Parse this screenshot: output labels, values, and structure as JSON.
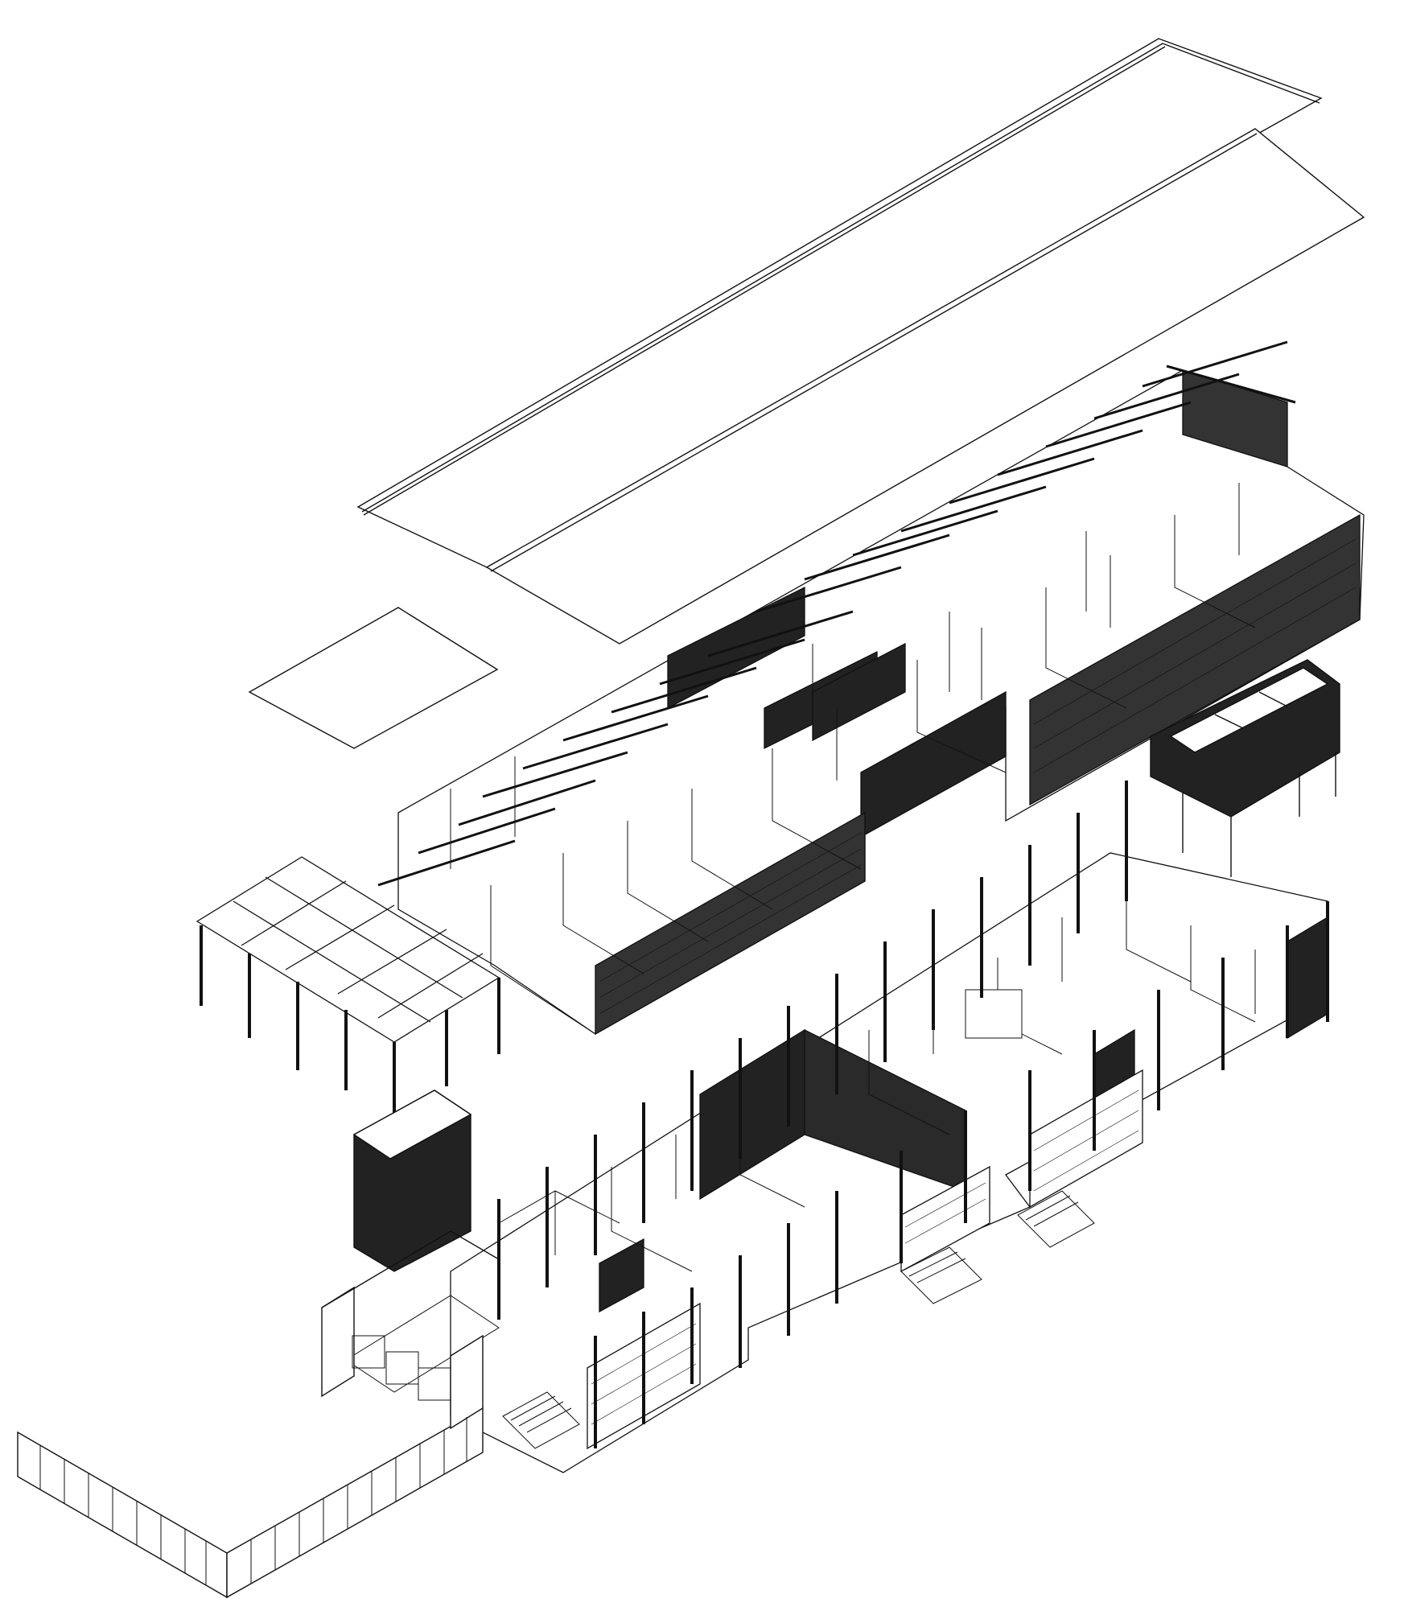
{
  "drawing": {
    "kind": "exploded axonometric building diagram",
    "text_labels": [],
    "colors": {
      "background": "#ffffff",
      "line": "#111111",
      "dark_fill": "#222222",
      "light_fill": "#ffffff"
    },
    "components": [
      {
        "name": "roof-sheet-upper",
        "style": "outline"
      },
      {
        "name": "roof-sheet-lower",
        "style": "outline"
      },
      {
        "name": "small-roof-plate",
        "style": "outline"
      },
      {
        "name": "roof-frame-level",
        "style": "rafters and partitions"
      },
      {
        "name": "tower-cap-box",
        "style": "dark"
      },
      {
        "name": "pergola-grid",
        "style": "frame"
      },
      {
        "name": "main-floor-level",
        "style": "rooms and columns"
      },
      {
        "name": "stair-tower",
        "style": "dark"
      },
      {
        "name": "boundary-fence",
        "style": "panels"
      }
    ]
  }
}
